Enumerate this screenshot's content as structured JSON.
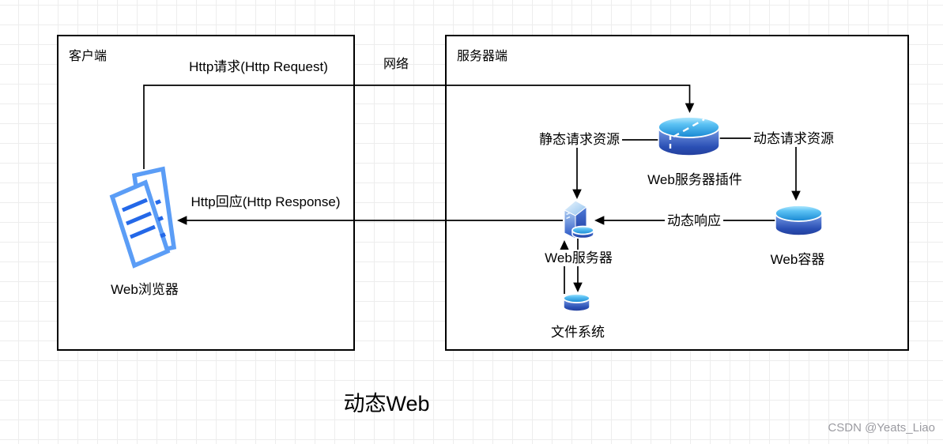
{
  "canvas": {
    "title": "动态Web",
    "watermark": "CSDN @Yeats_Liao"
  },
  "groups": {
    "client": "客户端",
    "server": "服务器端"
  },
  "nodes": {
    "browser": "Web浏览器",
    "plugin": "Web服务器插件",
    "webServer": "Web服务器",
    "webContainer": "Web容器",
    "fileSystem": "文件系统"
  },
  "edges": {
    "httpRequest": "Http请求(Http Request)",
    "network": "网络",
    "httpResponse": "Http回应(Http Response)",
    "staticRequest": "静态请求资源",
    "dynamicRequest": "动态请求资源",
    "dynamicResponse": "动态响应"
  },
  "colors": {
    "line": "#000000",
    "boxBorder": "#000000",
    "pageOutline": "#5b9df6",
    "accentBarBlue": "#2468e8",
    "cylinderTopLight": "#b9ecff",
    "cylinderTopDark": "#1787d2",
    "cylinderBodyLight": "#7da1e8",
    "cylinderBodyDark": "#20409c",
    "gridLine": "#ededed",
    "watermarkGray": "#9b9ba1"
  }
}
